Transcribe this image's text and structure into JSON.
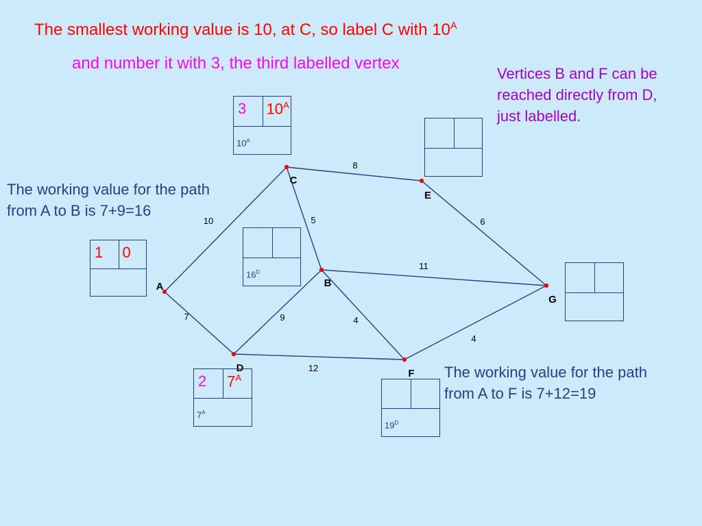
{
  "heading": {
    "line1": "The smallest working value is 10, at C, so label C with 10",
    "line1_sup": "A",
    "line2": "and number it with 3, the third labelled vertex"
  },
  "notes": {
    "vertices_bf": [
      "Vertices B and F can be",
      "reached directly from D,",
      "just labelled."
    ],
    "path_ab": [
      "The working value for the path",
      "from A to B is 7+9=16"
    ],
    "path_af": [
      "The working value for the path",
      "from A to F is 7+12=19"
    ]
  },
  "vertices": [
    {
      "id": "A",
      "label": "A"
    },
    {
      "id": "B",
      "label": "B"
    },
    {
      "id": "C",
      "label": "C"
    },
    {
      "id": "D",
      "label": "D"
    },
    {
      "id": "E",
      "label": "E"
    },
    {
      "id": "F",
      "label": "F"
    },
    {
      "id": "G",
      "label": "G"
    }
  ],
  "edges": [
    {
      "from": "A",
      "to": "C",
      "weight": "10"
    },
    {
      "from": "A",
      "to": "D",
      "weight": "7"
    },
    {
      "from": "C",
      "to": "E",
      "weight": "8"
    },
    {
      "from": "C",
      "to": "B",
      "weight": "5"
    },
    {
      "from": "E",
      "to": "G",
      "weight": "6"
    },
    {
      "from": "B",
      "to": "G",
      "weight": "11"
    },
    {
      "from": "D",
      "to": "B",
      "weight": "9"
    },
    {
      "from": "B",
      "to": "F",
      "weight": "4"
    },
    {
      "from": "D",
      "to": "F",
      "weight": "12"
    },
    {
      "from": "F",
      "to": "G",
      "weight": "4"
    }
  ],
  "boxes": {
    "A": {
      "order": "1",
      "final": "0",
      "final_sup": "",
      "working": "",
      "working_sup": ""
    },
    "C": {
      "order": "3",
      "final": "10",
      "final_sup": "A",
      "working": "10",
      "working_sup": "A"
    },
    "D": {
      "order": "2",
      "final": "7",
      "final_sup": "A",
      "working": "7",
      "working_sup": "A"
    },
    "B": {
      "order": "",
      "final": "",
      "final_sup": "",
      "working": "16",
      "working_sup": "D"
    },
    "F": {
      "order": "",
      "final": "",
      "final_sup": "",
      "working": "19",
      "working_sup": "D"
    },
    "E": {
      "order": "",
      "final": "",
      "final_sup": "",
      "working": "",
      "working_sup": ""
    },
    "G": {
      "order": "",
      "final": "",
      "final_sup": "",
      "working": "",
      "working_sup": ""
    }
  },
  "colors": {
    "background": "#cdeafb",
    "heading_red": "#ff0000",
    "heading_magenta": "#ff00ff",
    "note_blue": "#283c8c",
    "note_purple": "#a000c8",
    "edge": "#2a3a8a",
    "vertex": "#e01010"
  }
}
